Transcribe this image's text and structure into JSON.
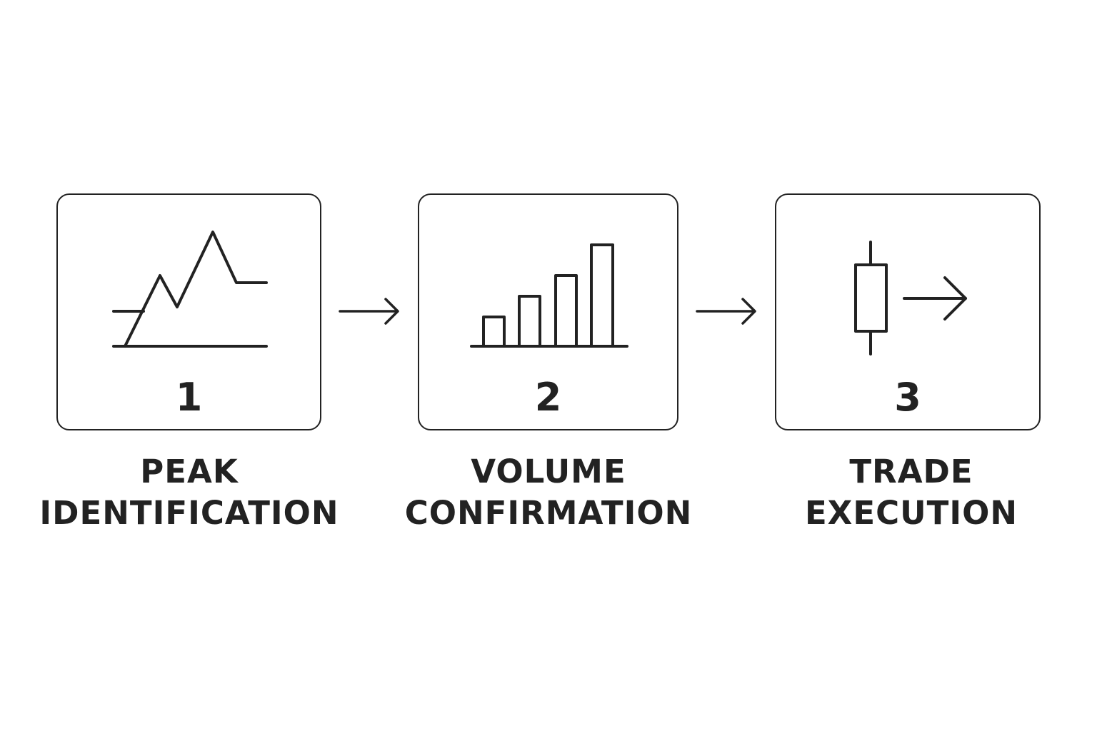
{
  "steps": [
    {
      "number": "1",
      "label_line1": "PEAK",
      "label_line2": "IDENTIFICATION",
      "icon": "peak-chart-icon"
    },
    {
      "number": "2",
      "label_line1": "VOLUME",
      "label_line2": "CONFIRMATION",
      "icon": "volume-bars-icon"
    },
    {
      "number": "3",
      "label_line1": "TRADE",
      "label_line2": "EXECUTION",
      "icon": "candlestick-arrow-icon"
    }
  ],
  "connectors": [
    "right-arrow-icon",
    "right-arrow-icon"
  ],
  "colors": {
    "stroke": "#222222",
    "background": "#ffffff"
  }
}
